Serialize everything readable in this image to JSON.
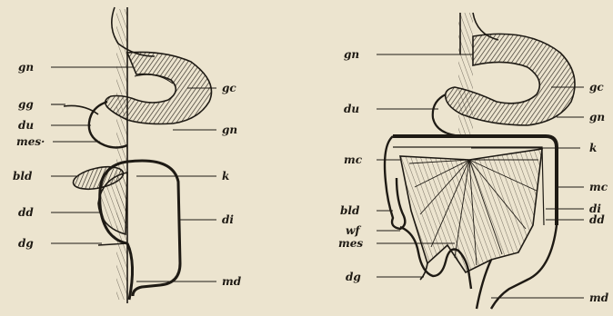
{
  "left_figure": {
    "labels": {
      "gn_top": "gn",
      "gg": "gg",
      "du": "du",
      "mes": "mes·",
      "bld": "bld",
      "dd": "dd",
      "dg": "dg",
      "gc": "gc",
      "gn_right": "gn",
      "k": "k",
      "di": "di",
      "md": "md"
    }
  },
  "right_figure": {
    "labels": {
      "gn_top": "gn",
      "du": "du",
      "mc_left": "mc",
      "bld": "bld",
      "wf": "wf",
      "mes": "mes",
      "dg": "dg",
      "gc": "gc",
      "gn_right": "gn",
      "k": "k",
      "mc_right": "mc",
      "di": "di",
      "dd": "dd",
      "md": "md"
    }
  },
  "colors": {
    "paper": "#ece4cf",
    "ink": "#1e1a14",
    "shade": "#4a443b"
  }
}
